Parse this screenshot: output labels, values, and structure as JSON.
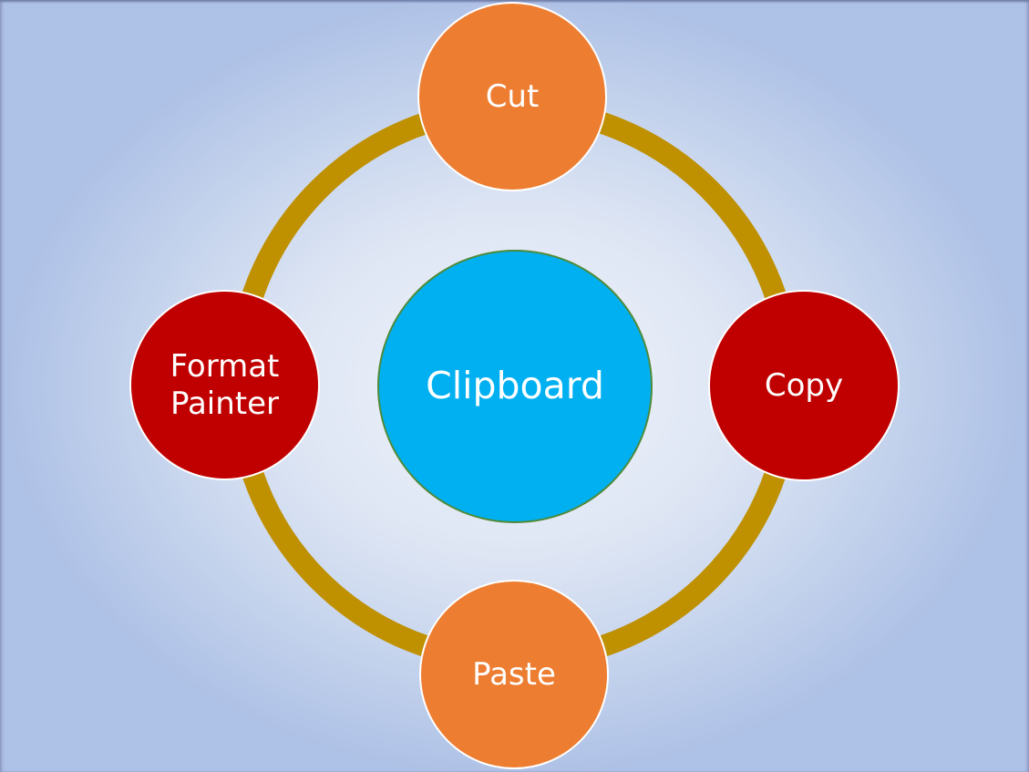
{
  "diagram": {
    "center": {
      "label": "Clipboard",
      "color": "#00b0f0"
    },
    "ring_color": "#bf9000",
    "nodes": {
      "top": {
        "label": "Cut",
        "color": "#ed7d31"
      },
      "right": {
        "label": "Copy",
        "color": "#c00000"
      },
      "bottom": {
        "label": "Paste",
        "color": "#ed7d31"
      },
      "left": {
        "label": "Format\nPainter",
        "color": "#c00000"
      }
    }
  }
}
